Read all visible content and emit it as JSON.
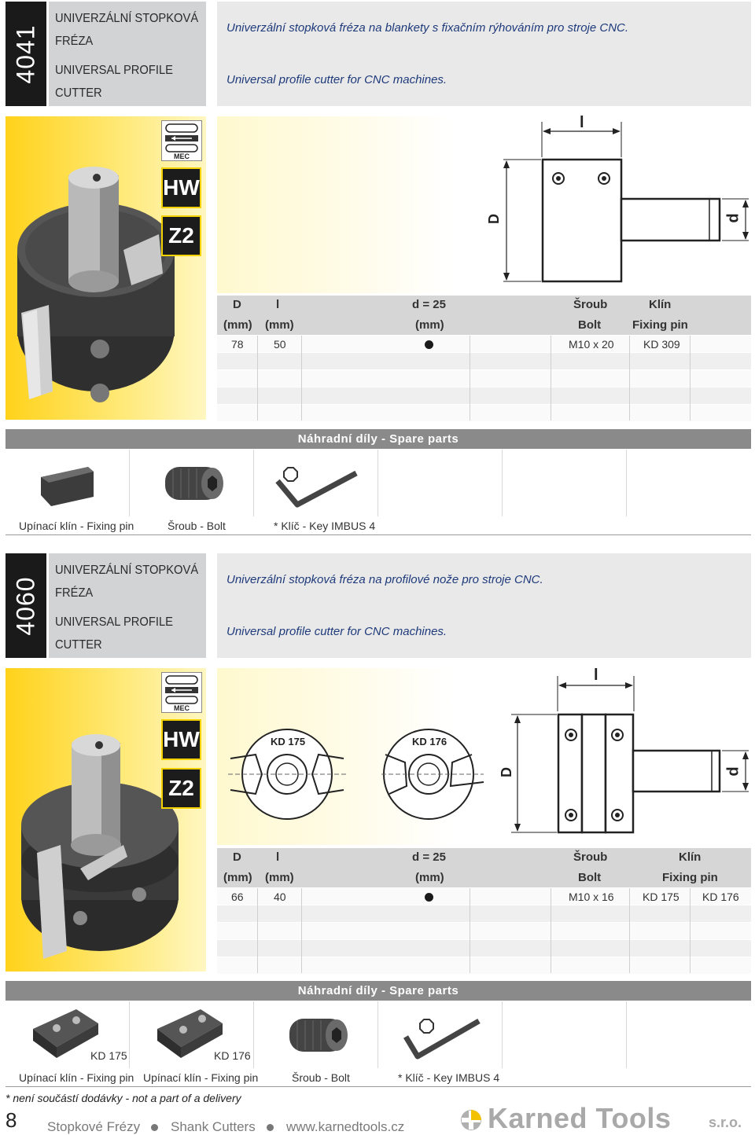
{
  "product1": {
    "code": "4041",
    "title_cz": [
      "UNIVERZÁLNÍ STOPKOVÁ",
      "FRÉZA"
    ],
    "title_en": [
      "UNIVERSAL PROFILE",
      "CUTTER"
    ],
    "desc_cz": "Univerzální stopková fréza  na blankety s fixačním rýhováním pro stroje CNC.",
    "desc_en": "Universal profile cutter for CNC machines.",
    "badges": {
      "mec": "MEC",
      "hw": "HW",
      "z": "Z2"
    },
    "drawing_labels": {
      "l": "l",
      "D": "D",
      "d": "d"
    },
    "table_headers": {
      "D": "D",
      "l": "l",
      "d25": "d = 25",
      "sroub": "Šroub",
      "klin": "Klín",
      "mm1": "(mm)",
      "mm2": "(mm)",
      "mm3": "(mm)",
      "bolt": "Bolt",
      "fixing_pin": "Fixing pin"
    },
    "row": {
      "D": "78",
      "l": "50",
      "bolt": "M10 x 20",
      "pin": "KD 309"
    },
    "spare_title": "Náhradní díly - Spare parts",
    "spare_captions": [
      "Upínací klín - Fixing pin",
      "Šroub - Bolt",
      "* Klíč - Key IMBUS 4"
    ]
  },
  "product2": {
    "code": "4060",
    "title_cz": [
      "UNIVERZÁLNÍ STOPKOVÁ",
      "FRÉZA"
    ],
    "title_en": [
      "UNIVERSAL PROFILE",
      "CUTTER"
    ],
    "desc_cz": "Univerzální stopková fréza na profilové nože pro stroje CNC.",
    "desc_en": "Universal profile cutter for CNC machines.",
    "badges": {
      "mec": "MEC",
      "hw": "HW",
      "z": "Z2"
    },
    "drawing_labels": {
      "l": "l",
      "D": "D",
      "d": "d",
      "kd175": "KD 175",
      "kd176": "KD 176"
    },
    "table_headers": {
      "D": "D",
      "l": "l",
      "d25": "d = 25",
      "sroub": "Šroub",
      "klin": "Klín",
      "mm1": "(mm)",
      "mm2": "(mm)",
      "mm3": "(mm)",
      "bolt": "Bolt",
      "fixing_pin": "Fixing pin"
    },
    "row": {
      "D": "66",
      "l": "40",
      "bolt": "M10 x 16",
      "pin1": "KD 175",
      "pin2": "KD 176"
    },
    "spare_title": "Náhradní díly - Spare parts",
    "spare_labels": [
      "KD 175",
      "KD 176"
    ],
    "spare_captions": [
      "Upínací klín - Fixing pin",
      "Upínací klín - Fixing pin",
      "Šroub - Bolt",
      "* Klíč - Key IMBUS 4"
    ]
  },
  "note": "* není součástí dodávky - not a part of a delivery",
  "footer": {
    "page": "8",
    "part1": "Stopkové Frézy",
    "part2": "Shank Cutters",
    "url": "www.karnedtools.cz",
    "brand": "Karned Tools",
    "brand_suffix": "s.r.o."
  },
  "colors": {
    "accent_yellow": "#ffd21a",
    "dark": "#1a1a1a",
    "header_gray": "#d6d6d6",
    "spare_gray": "#8a8a8a"
  }
}
